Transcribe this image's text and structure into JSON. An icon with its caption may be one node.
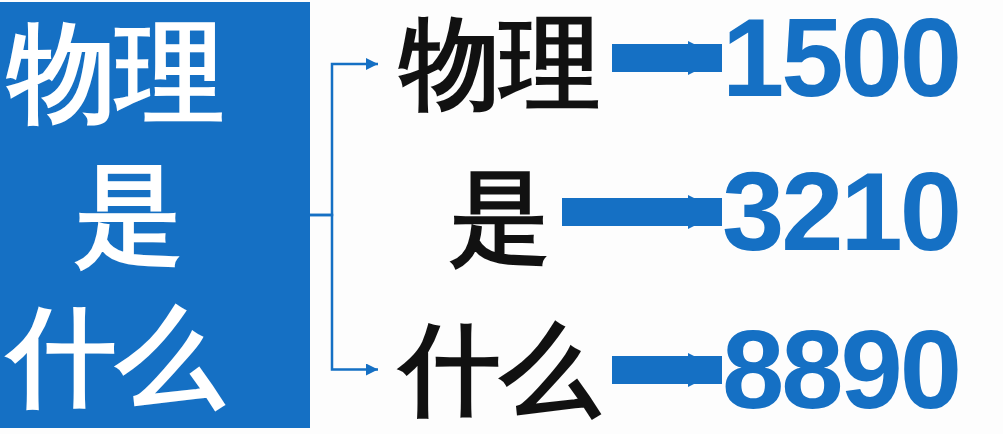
{
  "diagram": {
    "nodes": [
      {
        "text": [
          "物理",
          "是",
          "什么"
        ]
      },
      {
        "text": [
          "物理"
        ]
      },
      {
        "text": [
          "是"
        ]
      },
      {
        "text": [
          "什么"
        ]
      },
      {
        "text": [
          "1500"
        ]
      },
      {
        "text": [
          "3210"
        ]
      },
      {
        "text": [
          "8890"
        ]
      }
    ],
    "edges": [
      {
        "from": 0,
        "to": 1,
        "arrow": "to"
      },
      {
        "from": 0,
        "to": 3,
        "arrow": "to"
      },
      {
        "from": 1,
        "to": 4,
        "arrow": "to"
      },
      {
        "from": 2,
        "to": 5,
        "arrow": "to"
      },
      {
        "from": 3,
        "to": 6,
        "arrow": "to"
      }
    ]
  }
}
